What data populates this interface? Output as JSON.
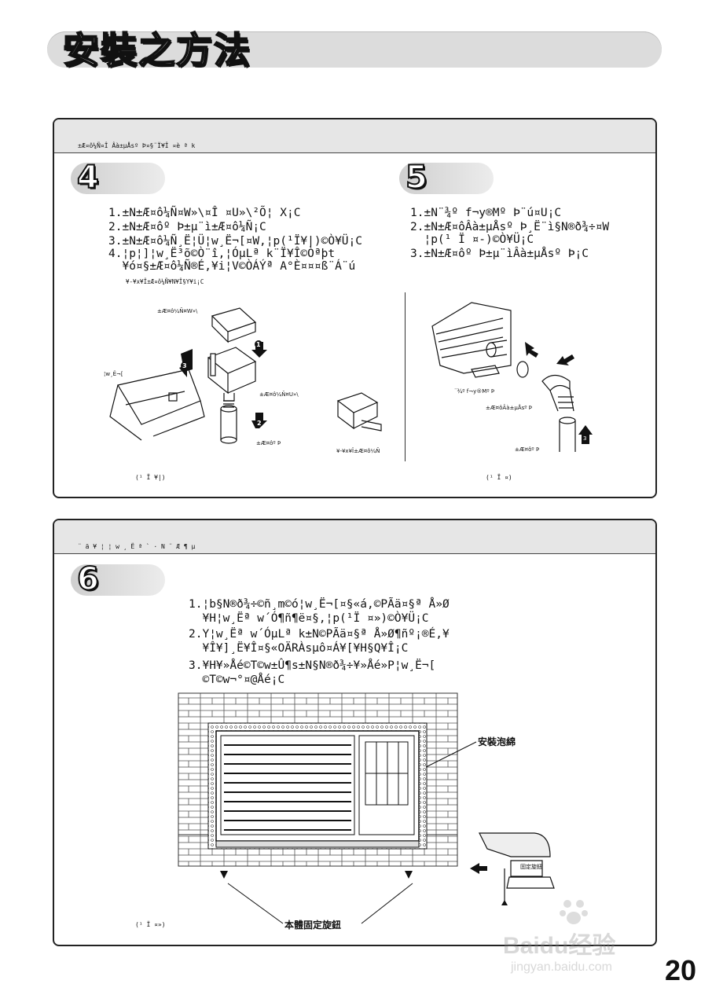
{
  "page_title": "安裝之方法",
  "panel1": {
    "heading": "±Æ¤ô¼Ñ¤Î Âà±µÅsº Þ¤§¨Ï¥Î ¤è ª k",
    "step4": {
      "number": "4",
      "lines": [
        "1.±N±Æ¤ô¼Ñ¤W»\\¤Î ¤U»\\²Õ¦ X¡C",
        "2.±N±Æ¤ôº Þ±µ¨ì±Æ¤ô¼Ñ¡C",
        "3.±N±Æ¤ô¼Ñ¸Ë¦Ü¦w¸Ë¬[¤W,¦p(¹Ï¥|)©Ò¥Ü¡C",
        "4.¦p¦]¦w¸Ë³õ©Ò­­¨î,¦ÓµLª k¨Ï¥Î©Òªþt",
        "  ¥ó¤§±Æ¤ô¼Ñ®É,¥i¦V©ÒÁÝª A°È¤¤¤ß¨Á¨ú"
      ],
      "note": "¥-¥x¥Î±Æ¤ô¼Ñ¥N¥Î§Y¥i¡C",
      "labels": {
        "top_cover": "±Æ¤ô¼Ñ¤W»\\",
        "bracket": "¦w¸Ë¬[",
        "bottom_cover": "±Æ¤ô¼Ñ¤U»\\",
        "drain_pipe": "±Æ¤ôº Þ",
        "alt_tray": "¥-¥x¥Î±Æ¤ô¼Ñ"
      },
      "caption": "(¹ Ï ¥|)"
    },
    "step5": {
      "number": "5",
      "lines": [
        "1.±N¨¾º f¬y®Mº Þ¨ú¤U¡C",
        "2.±N±Æ¤ôÂà±µÅsº Þ¸Ë¨ì§N®ð¾÷¤W",
        "  ¦p(¹ Ï ¤-)©Ò¥Ü¡C",
        "3.±N±Æ¤ôº Þ±µ¨ìÂà±µÅsº Þ¡C"
      ],
      "labels": {
        "sleeve": "¨¾º f¬y®Mº Þ",
        "elbow": "±Æ¤ôÂà±µÅsº Þ",
        "drain_pipe": "±Æ¤ôº Þ"
      },
      "caption": "(¹ Ï ¤­)"
    }
  },
  "panel2": {
    "heading": "¨ ä ¥ ¦ ¦ w ¸ Ë ª ` · N ¨ Æ ¶ µ",
    "step6": {
      "number": "6",
      "lines": [
        "1.¦b§N®ð¾÷©ñ¸m©ó¦w¸Ë¬[¤§«á,©PÃä¤§ª Å»Ø",
        "  ¥H¦w¸Ëª w´Ó¶ñ¶ë¤§,¦p(¹Ï ¤»)©Ò¥Ü¡C",
        "2.­Y¦w¸Ëª w´ÓµLª k±N©PÃä¤§ª Å»Ø¶ñº¡®É,¥",
        "  ¥Î¥]¸Ë¥Î¤§«OÄRÀsµô¤Á¥[¥H§Q¥Î¡C",
        "3.¥H¥»Åé©T©w±Û¶s±N§N®ð¾÷¥»Åé»P¦w¸Ë¬[",
        "  ©T©w¬°¤@Åé¡C"
      ],
      "label_sponge": "安裝泡綿",
      "label_screw": "本體固定旋鈕",
      "label_small": "固定旋鈕",
      "caption": "(¹ Ï ¤»)"
    }
  },
  "page_number": "20",
  "watermark": {
    "brand": "Baidu经验",
    "url": "jingyan.baidu.com"
  }
}
